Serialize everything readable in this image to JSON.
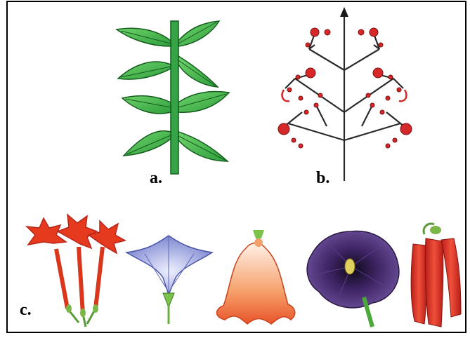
{
  "labels": {
    "a": "a.",
    "b": "b.",
    "c": "c."
  },
  "colors": {
    "leaf": "#3cb043",
    "leaf_dark": "#1f7a2a",
    "stem": "#2e8b3a",
    "inflorescence_axis": "#1a1a1a",
    "flower_bud": "#d62828",
    "flower_red": "#e53a1e",
    "flower_blue": "#8a94d6",
    "flower_orange": "#f07a3a",
    "flower_purple": "#4a2c6e",
    "flower_tubular": "#e0342a"
  },
  "icons": [
    "opposite-leaf-stem",
    "inflorescence-diagram",
    "salverform-flower",
    "funnel-flower",
    "bell-flower",
    "rotate-flower",
    "tubular-flower"
  ]
}
